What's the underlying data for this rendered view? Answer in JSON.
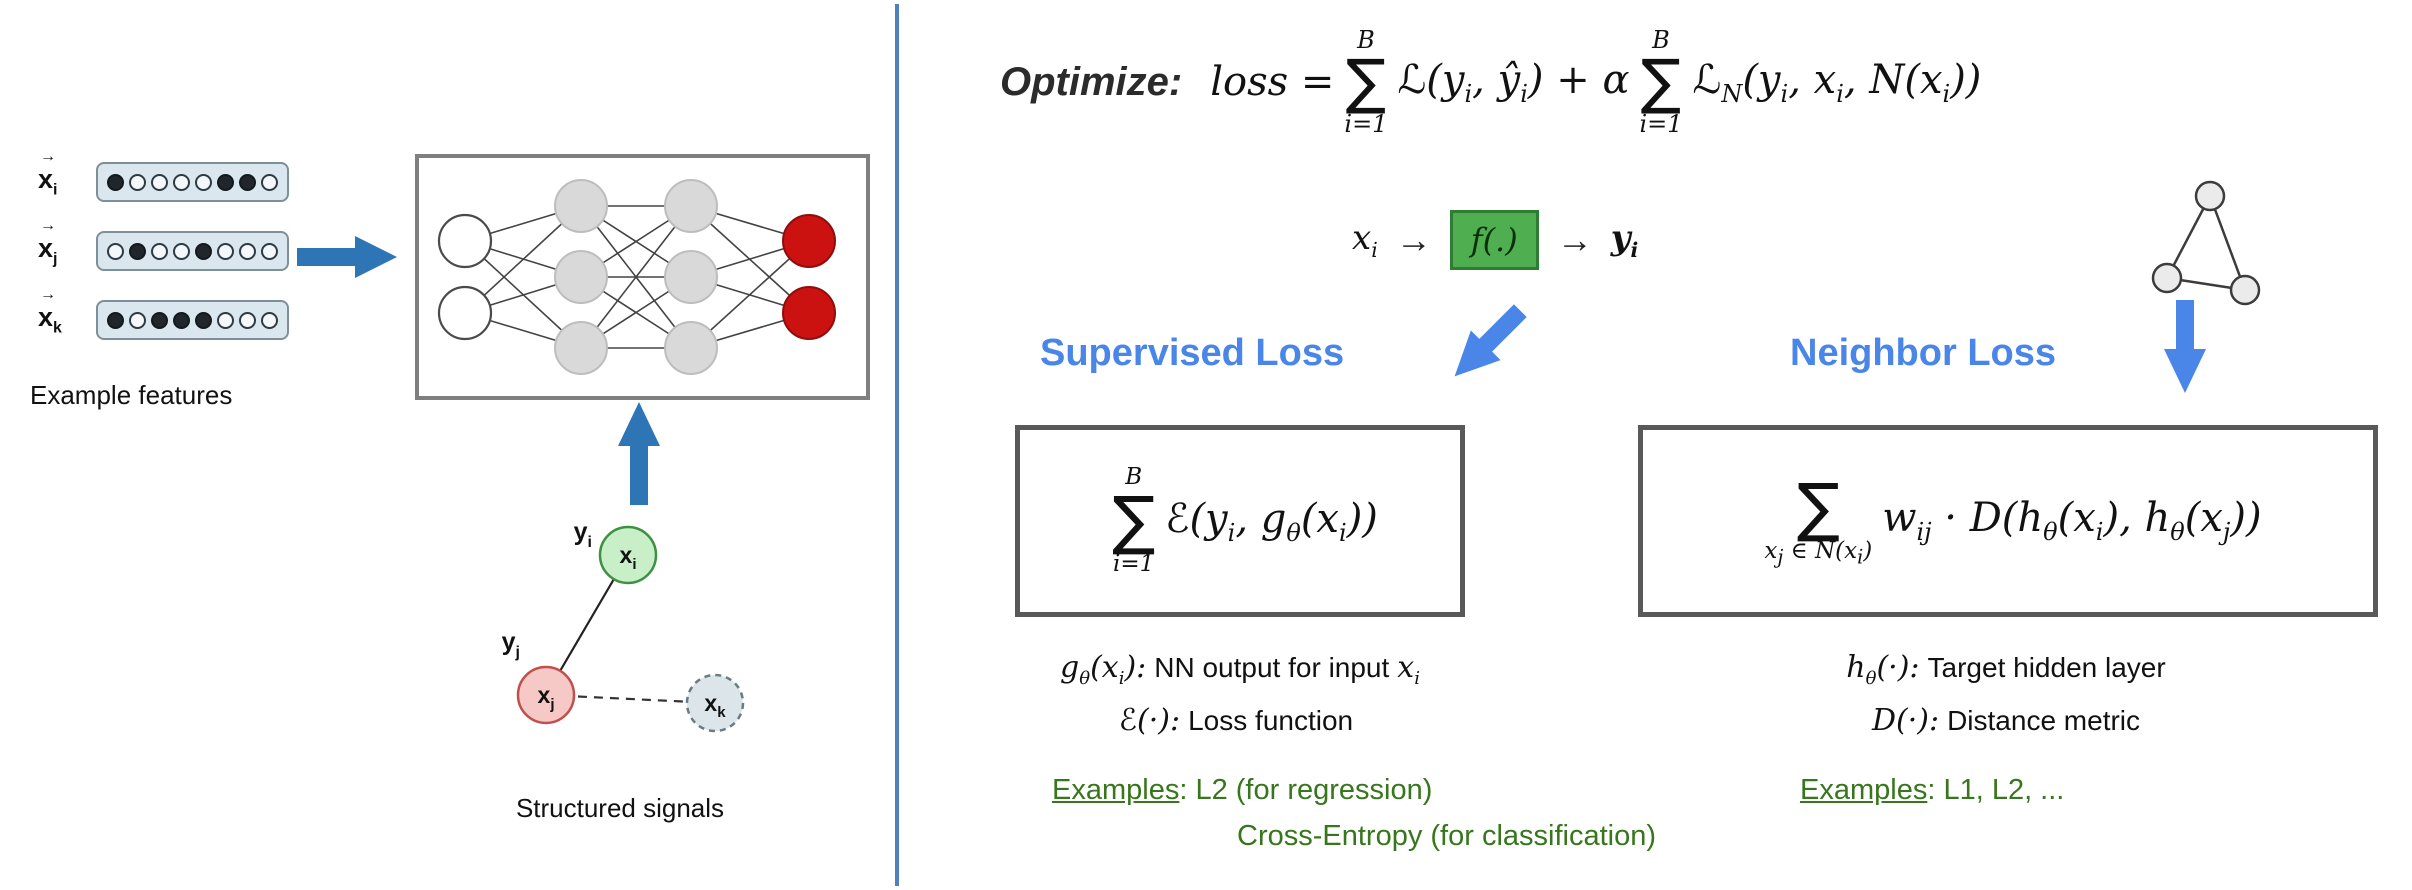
{
  "colors": {
    "heading_blue": "#4a86e8",
    "arrow_blue_left": "#2e75b6",
    "arrow_blue_right": "#4a86e8",
    "divider_blue": "#4f81bd",
    "examples_green": "#38761d",
    "fn_box_green": "#4fae4f",
    "output_node_red": "#cc1111"
  },
  "left": {
    "features": {
      "vector_mark": "→",
      "items": [
        {
          "base": "x",
          "sub": "i",
          "pattern": [
            1,
            0,
            0,
            0,
            0,
            1,
            1,
            0
          ]
        },
        {
          "base": "x",
          "sub": "j",
          "pattern": [
            0,
            1,
            0,
            0,
            1,
            0,
            0,
            0
          ]
        },
        {
          "base": "x",
          "sub": "k",
          "pattern": [
            1,
            0,
            1,
            1,
            1,
            0,
            0,
            0
          ]
        }
      ],
      "caption": "Example features"
    },
    "graph": {
      "nodes": [
        {
          "base": "x",
          "sub": "i"
        },
        {
          "base": "x",
          "sub": "j"
        },
        {
          "base": "x",
          "sub": "k"
        }
      ],
      "outer_labels": [
        {
          "base": "y",
          "sub": "i"
        },
        {
          "base": "y",
          "sub": "j"
        }
      ],
      "caption": "Structured signals"
    }
  },
  "right": {
    "optimize_label": "Optimize:",
    "main_formula": [
      {
        "t": "m",
        "v": "loss = "
      },
      {
        "t": "sum",
        "top": "B",
        "bot": "i=1"
      },
      {
        "t": "m",
        "v": "ℒ(y_{i}, ŷ_{i}) + α "
      },
      {
        "t": "sum",
        "top": "B",
        "bot": "i=1"
      },
      {
        "t": "m",
        "v": "ℒ_{N}(y_{i}, x_{i}, N(x_{i}))"
      }
    ],
    "pipeline": {
      "input": "x_{i}",
      "arrow": "→",
      "fn": "f(.)",
      "output": "y_{i}"
    },
    "supervised": {
      "title": "Supervised Loss",
      "formula": [
        {
          "t": "sum",
          "top": "B",
          "bot": "i=1"
        },
        {
          "t": "m",
          "v": "ℰ(y_{i}, g_{θ}(x_{i}))"
        }
      ],
      "legend": [
        {
          "math": "g_{θ}(x_{i}):",
          "text": "NN output for input",
          "math_end": "x_{i}"
        },
        {
          "math": "ℰ(·):",
          "text": "Loss function"
        }
      ],
      "examples": {
        "label": "Examples",
        "line1": ": L2 (for regression)",
        "line2": "Cross-Entropy (for classification)"
      }
    },
    "neighbor": {
      "title": "Neighbor Loss",
      "formula": [
        {
          "t": "sum",
          "top": "",
          "bot": "x_{j} ∈ N(x_{i})"
        },
        {
          "t": "m",
          "v": "w_{ij} · D(h_{θ}(x_{i}), h_{θ}(x_{j}))"
        }
      ],
      "legend": [
        {
          "math": "h_{θ}(·):",
          "text": "Target hidden layer"
        },
        {
          "math": "D(·):",
          "text": "Distance metric"
        }
      ],
      "examples": {
        "label": "Examples",
        "rest": ": L1, L2, ..."
      }
    }
  }
}
